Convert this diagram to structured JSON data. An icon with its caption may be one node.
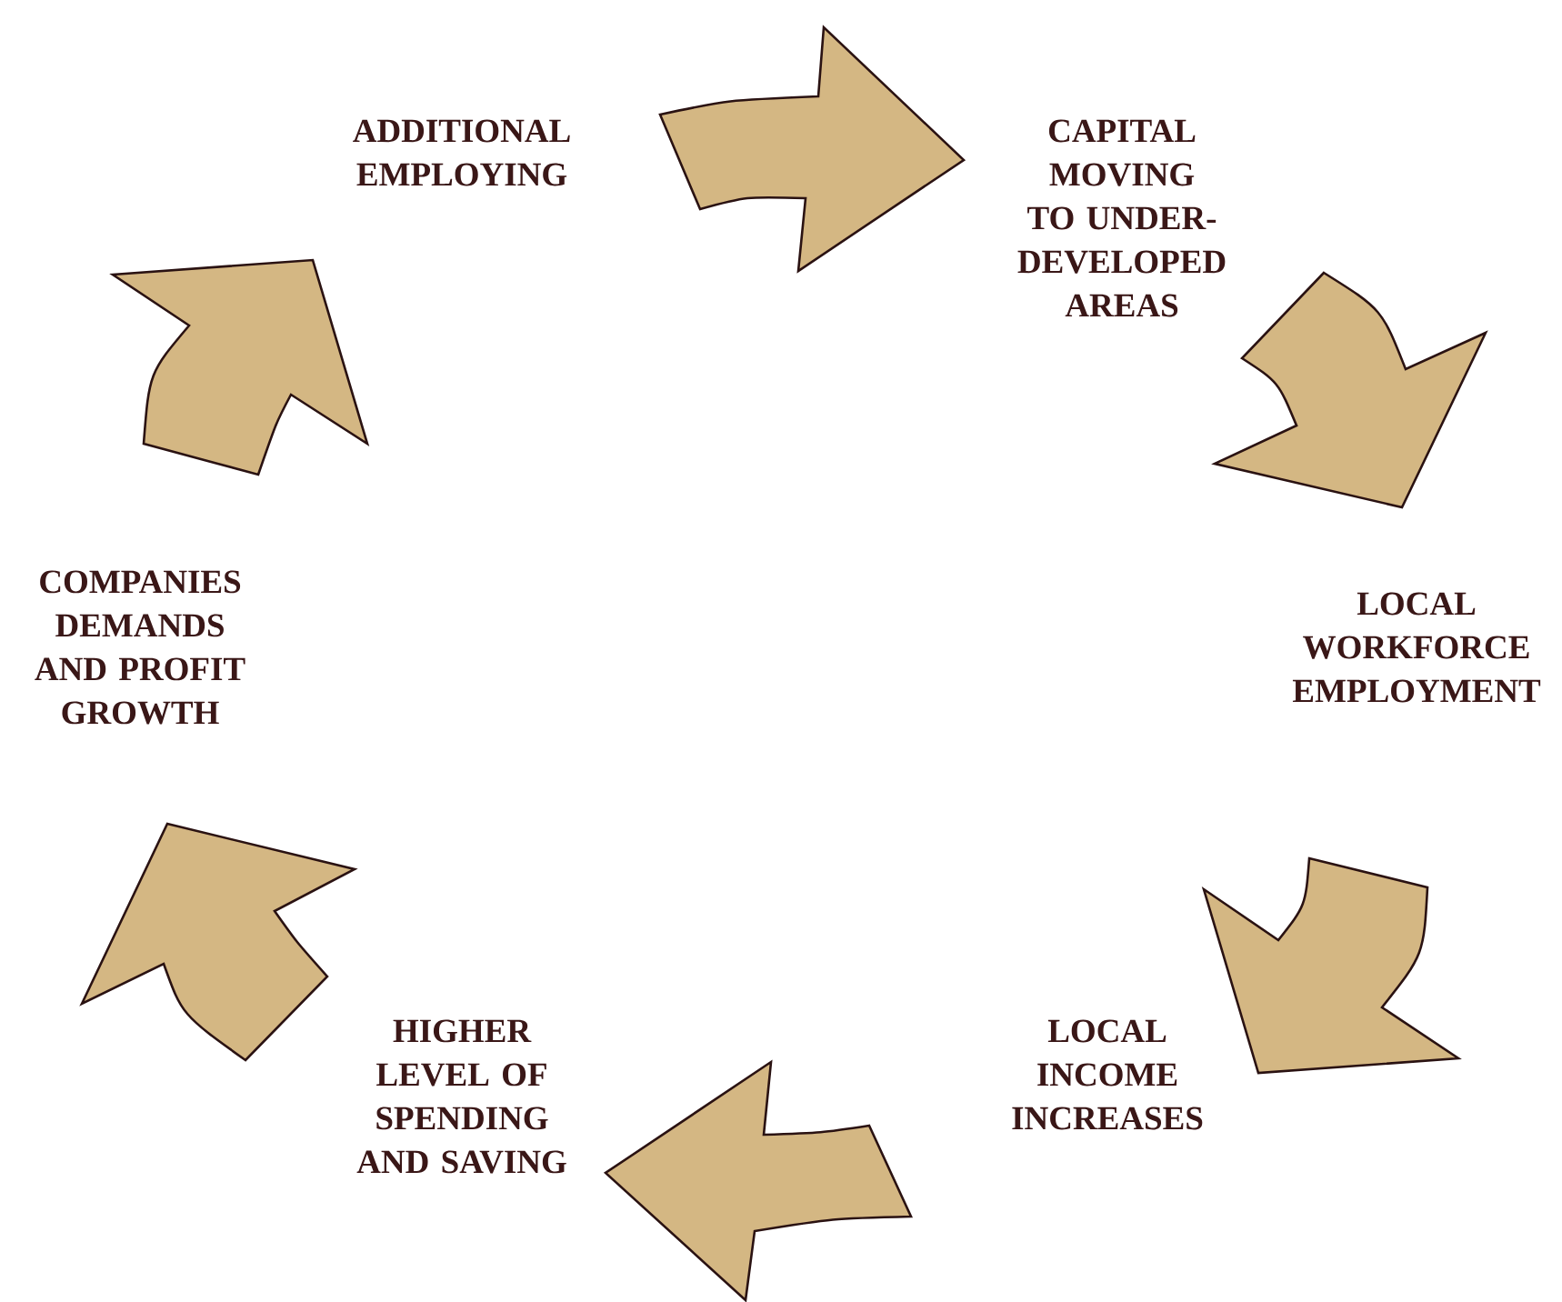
{
  "diagram": {
    "nodes": [
      {
        "text": [
          "ADDITIONAL EMPLOYING"
        ]
      },
      {
        "text": [
          "CAPITAL MOVING TO UNDER-DEVELOPED AREAS"
        ]
      },
      {
        "text": [
          "LOCAL WORKFORCE EMPLOYMENT"
        ]
      },
      {
        "text": [
          "LOCAL INCOME INCREASES"
        ]
      },
      {
        "text": [
          "HIGHER LEVEL OF SPENDING AND SAVING"
        ]
      },
      {
        "text": [
          "COMPANIES DEMANDS AND PROFIT GROWTH"
        ]
      }
    ],
    "edges": [
      {
        "from": 0,
        "to": 1,
        "arrow": "to"
      },
      {
        "from": 1,
        "to": 2,
        "arrow": "to"
      },
      {
        "from": 2,
        "to": 3,
        "arrow": "to"
      },
      {
        "from": 3,
        "to": 4,
        "arrow": "to"
      },
      {
        "from": 4,
        "to": 5,
        "arrow": "to"
      },
      {
        "from": 5,
        "to": 0,
        "arrow": "to"
      }
    ]
  }
}
